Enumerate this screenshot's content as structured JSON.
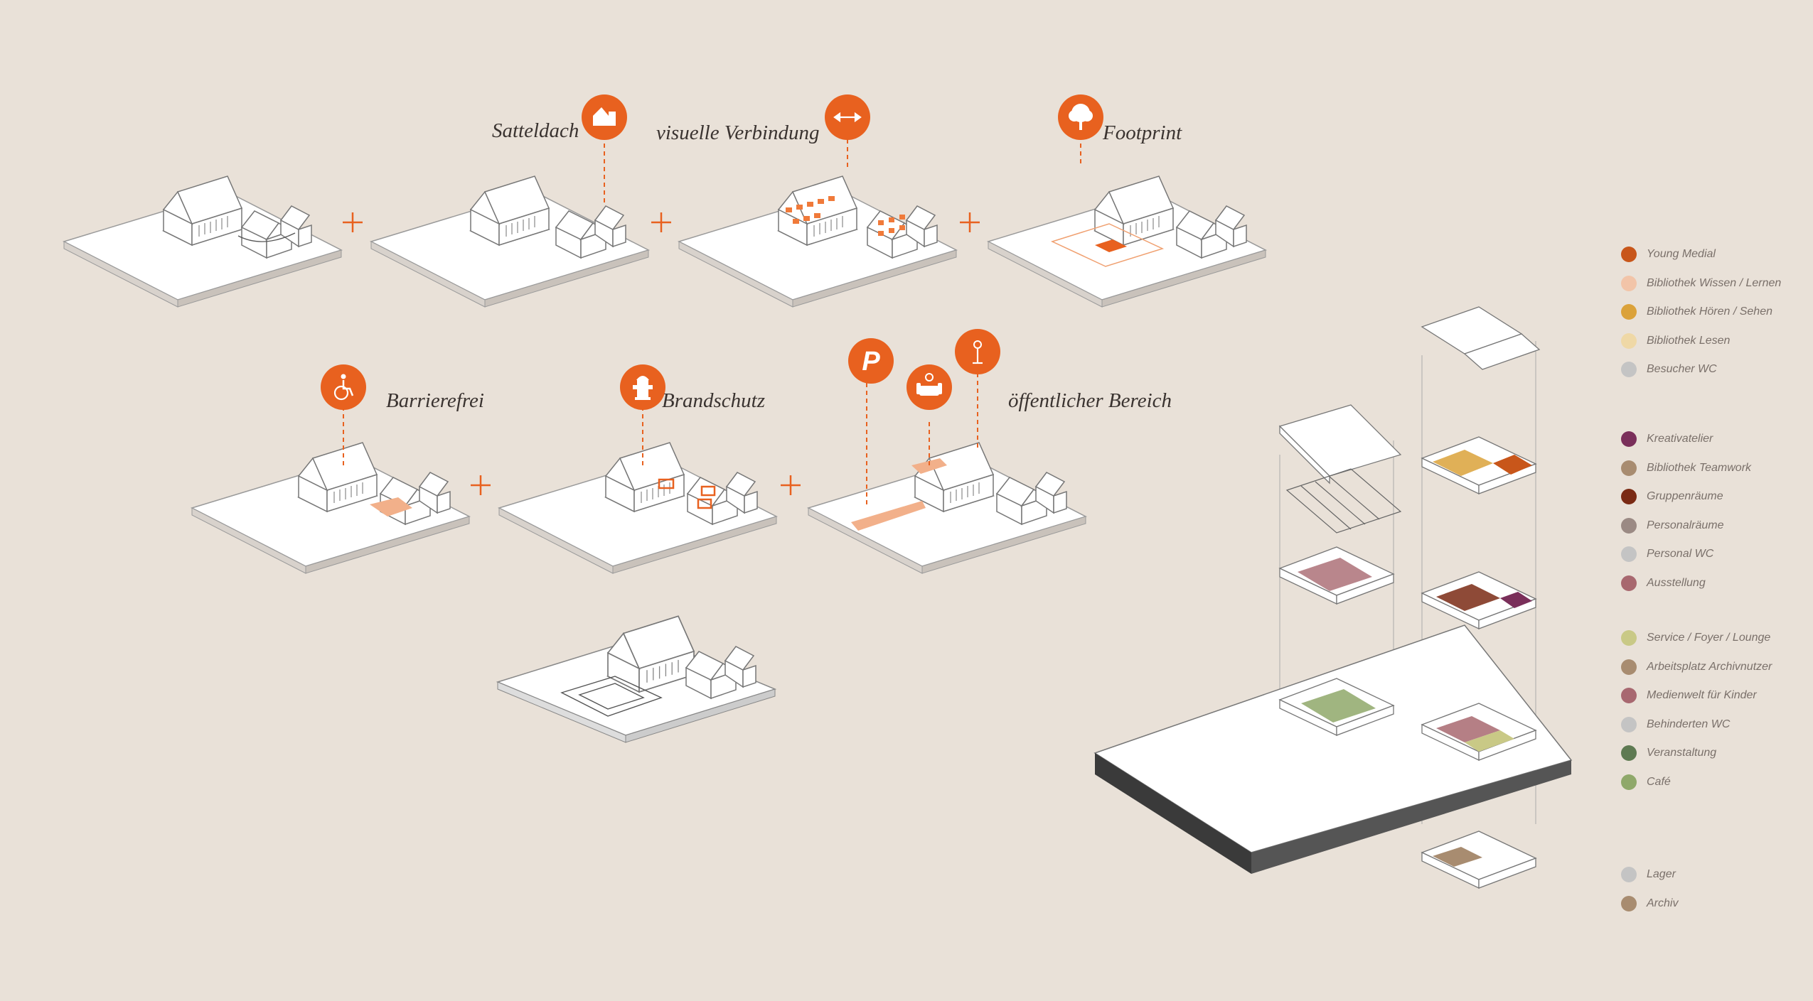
{
  "colors": {
    "background": "#e9e1d8",
    "accent": "#e8611f",
    "outline": "#6b6b6b",
    "slab_edge": "#3a3a3a"
  },
  "steps": [
    {
      "label": "Satteldach",
      "icon": "gable-roof-icon"
    },
    {
      "label": "visuelle Verbindung",
      "icon": "double-arrow-icon"
    },
    {
      "label": "Footprint",
      "icon": "tree-icon"
    },
    {
      "label": "Barrierefrei",
      "icon": "wheelchair-icon"
    },
    {
      "label": "Brandschutz",
      "icon": "hydrant-icon"
    },
    {
      "label": "öffentlicher Bereich",
      "icon": "microphone-icon"
    }
  ],
  "extra_icons": [
    "parking-icon",
    "armchair-coffee-icon"
  ],
  "parking_letter": "P",
  "plus_sign": "+",
  "legend": {
    "groups": [
      [
        {
          "label": "Young Medial",
          "color": "#c8561a"
        },
        {
          "label": "Bibliothek Wissen / Lernen",
          "color": "#f2c4a8"
        },
        {
          "label": "Bibliothek Hören / Sehen",
          "color": "#dba23a"
        },
        {
          "label": "Bibliothek Lesen",
          "color": "#efd8a6"
        },
        {
          "label": "Besucher WC",
          "color": "#c4c4c4"
        }
      ],
      [
        {
          "label": "Kreativatelier",
          "color": "#7a2f5a"
        },
        {
          "label": "Bibliothek Teamwork",
          "color": "#a88c70"
        },
        {
          "label": "Gruppenräume",
          "color": "#7a2a14"
        },
        {
          "label": "Personalräume",
          "color": "#9b8a84"
        },
        {
          "label": "Personal WC",
          "color": "#c4c4c4"
        },
        {
          "label": "Ausstellung",
          "color": "#a8686f"
        }
      ],
      [
        {
          "label": "Service / Foyer / Lounge",
          "color": "#c9c986"
        },
        {
          "label": "Arbeitsplatz Archivnutzer",
          "color": "#a88c70"
        },
        {
          "label": "Medienwelt für Kinder",
          "color": "#a86870"
        },
        {
          "label": "Behinderten WC",
          "color": "#c4c4c4"
        },
        {
          "label": "Veranstaltung",
          "color": "#5e7a52"
        },
        {
          "label": "Café",
          "color": "#8fa86a"
        }
      ],
      [
        {
          "label": "Lager",
          "color": "#c4c4c4"
        },
        {
          "label": "Archiv",
          "color": "#a88c70"
        }
      ]
    ]
  }
}
